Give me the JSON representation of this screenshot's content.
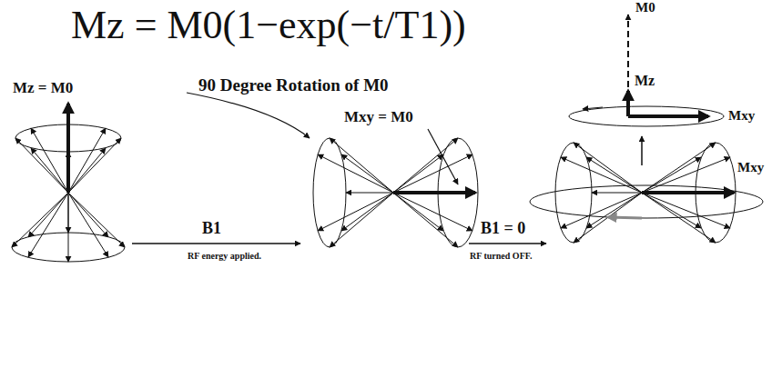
{
  "diagram": {
    "labels": [
      "Mz = M0(1−exp(−t/T1))",
      "M0",
      "Mz",
      "Mxy",
      "Mz = M0",
      "90 Degree Rotation of M0",
      "Mxy = M0",
      "B1",
      "RF energy applied.",
      "B1 = 0",
      "RF turned OFF.",
      "Mxy"
    ]
  }
}
